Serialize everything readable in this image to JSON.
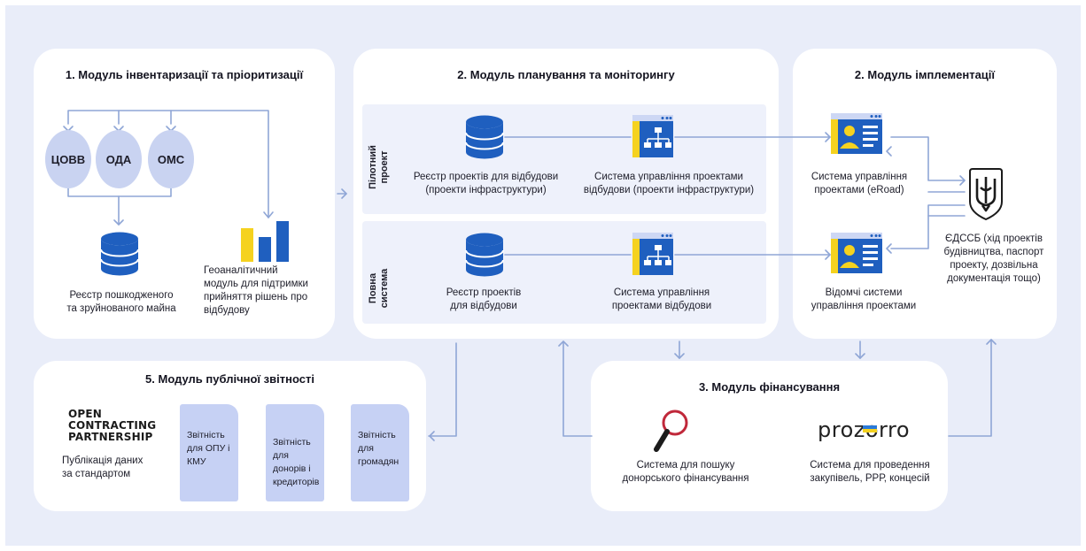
{
  "modules": {
    "inventory": {
      "title": "1. Модуль інвентаризації та пріоритизації",
      "sources": [
        "ЦОВВ",
        "ОДА",
        "ОМС"
      ],
      "registry_label": "Реєстр пошкодженого\nта зруйнованого майна",
      "geo_label": "Геоаналітичний\nмодуль для підтримки\nприйняття рішень про\nвідбудову"
    },
    "planning": {
      "title": "2. Модуль планування та моніторингу",
      "pilot_label": "Пілотний\nпроект",
      "full_label": "Повна\nсистема",
      "pilot_registry": "Реєстр проектів для відбудови\n(проекти інфраструктури)",
      "pilot_system": "Система управління проектами\nвідбудови (проекти інфраструктури)",
      "full_registry": "Реєстр проектів\nдля відбудови",
      "full_system": "Система управління\nпроектами відбудови"
    },
    "implementation": {
      "title": "2. Модуль імплементації",
      "pm_system": "Система управління\nпроектами (eRoad)",
      "agency_systems": "Відомчі системи\nуправління проектами",
      "edssb": "ЄДССБ (хід проектів\nбудівництва, паспорт\nпроекту, дозвільна\nдокументація тощо)"
    },
    "reporting": {
      "title": "5. Модуль публічної звітності",
      "ocp_logo": "OPEN\nCONTRACTING\nPARTNERSHIP",
      "ocp_caption": "Публікація даних\nза стандартом",
      "reports": [
        "Звітність\nдля ОПУ і\nКМУ",
        "Звітність\nдля\nдонорів і\nкредиторів",
        "Звітність\nдля\nгромадян"
      ]
    },
    "financing": {
      "title": "3. Модуль фінансування",
      "donor_search": "Система для пошуку\nдонорського фінансування",
      "prozorro_logo": "prozorro",
      "prozorro_caption": "Система для проведення\nзакупівель, РРР, концесій"
    }
  },
  "colors": {
    "background": "#e9edf9",
    "card": "#ffffff",
    "accent_blue": "#1f5fbf",
    "light_blue": "#c9d3f1",
    "yellow": "#f5d21f",
    "connector": "#8fa6d6"
  },
  "icons": [
    "database-icon",
    "bar-chart-icon",
    "hierarchy-window-icon",
    "profile-window-icon",
    "trident-emblem-icon",
    "magnifier-icon",
    "document-icon"
  ]
}
